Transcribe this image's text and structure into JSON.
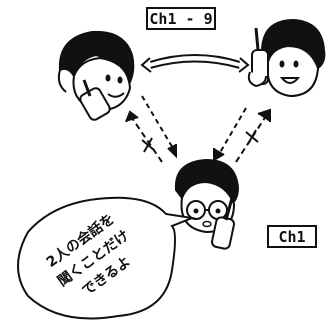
{
  "channel_top_label": "Ch1 - 9",
  "channel_bottom_label": "Ch1",
  "speech_bubble": {
    "lines": [
      "2人の会話を",
      "聞くことだけ",
      "できるよ"
    ]
  },
  "figures": {
    "left": "person-with-radio-left",
    "right": "person-with-radio-right",
    "bottom": "person-with-glasses-and-radio"
  },
  "icons": [
    "walkie-talkie-icon",
    "two-way-arrow-icon",
    "blocked-arrow-icon"
  ],
  "colors": {
    "ink": "#111111",
    "paper": "#ffffff"
  }
}
